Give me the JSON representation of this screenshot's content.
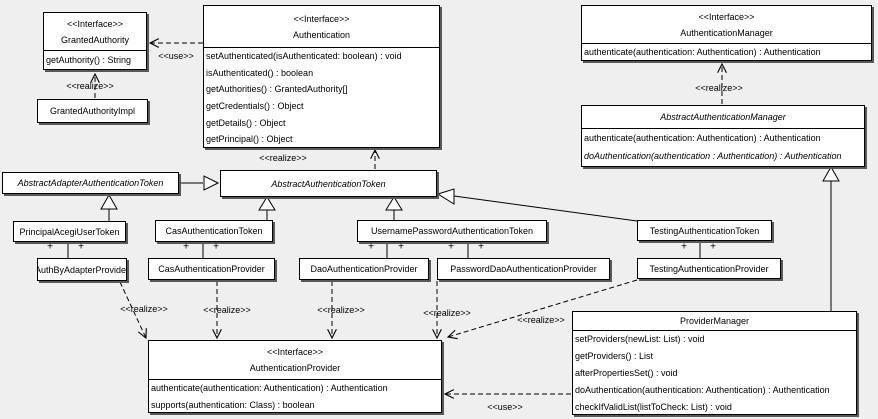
{
  "labels": {
    "realize": "<<realize>>",
    "use": "<<use>>",
    "plus": "+"
  },
  "classes": {
    "granted_authority": {
      "stereotype": "<<Interface>>",
      "name": "GrantedAuthority",
      "methods": [
        "getAuthority() : String"
      ]
    },
    "granted_authority_impl": {
      "name": "GrantedAuthorityImpl"
    },
    "authentication": {
      "stereotype": "<<Interface>>",
      "name": "Authentication",
      "methods": [
        "setAuthenticated(isAuthenticated: boolean) : void",
        "isAuthenticated() : boolean",
        "getAuthorities() : GrantedAuthority[]",
        "getCredentials() : Object",
        "getDetails() : Object",
        "getPrincipal() : Object"
      ]
    },
    "authentication_manager": {
      "stereotype": "<<Interface>>",
      "name": "AuthenticationManager",
      "methods": [
        "authenticate(authentication: Authentication) : Authentication"
      ]
    },
    "abstract_authentication_manager": {
      "name": "AbstractAuthenticationManager",
      "methods": [
        "authenticate(authentication: Authentication) : Authentication",
        "doAuthentication(authentication : Authentication) : Authentication"
      ]
    },
    "abstract_adapter_authentication_token": {
      "name": "AbstractAdapterAuthenticationToken"
    },
    "abstract_authentication_token": {
      "name": "AbstractAuthenticationToken"
    },
    "principal_acegi_user_token": {
      "name": "PrincipalAcegiUserToken"
    },
    "auth_by_adapter_provider": {
      "name": "AuthByAdapterProvider"
    },
    "cas_authentication_token": {
      "name": "CasAuthenticationToken"
    },
    "cas_authentication_provider": {
      "name": "CasAuthenticationProvider"
    },
    "username_password_authentication_token": {
      "name": "UsernamePasswordAuthenticationToken"
    },
    "dao_authentication_provider": {
      "name": "DaoAuthenticationProvider"
    },
    "password_dao_authentication_provider": {
      "name": "PasswordDaoAuthenticationProvider"
    },
    "testing_authentication_token": {
      "name": "TestingAuthenticationToken"
    },
    "testing_authentication_provider": {
      "name": "TestingAuthenticationProvider"
    },
    "provider_manager": {
      "name": "ProviderManager",
      "methods": [
        "setProviders(newList: List) : void",
        "getProviders() : List",
        "afterPropertiesSet() : void",
        "doAuthentication(authentication: Authentication) : Authentication",
        "checkIfValidList(listToCheck: List) : void"
      ]
    },
    "authentication_provider": {
      "stereotype": "<<Interface>>",
      "name": "AuthenticationProvider",
      "methods": [
        "authenticate(authentication: Authentication) : Authentication",
        "supports(authentication: Class) : boolean"
      ]
    }
  },
  "colors": {
    "background": "#efefef",
    "box_fill": "#ffffff",
    "line": "#000000",
    "shadow": "#595959"
  }
}
